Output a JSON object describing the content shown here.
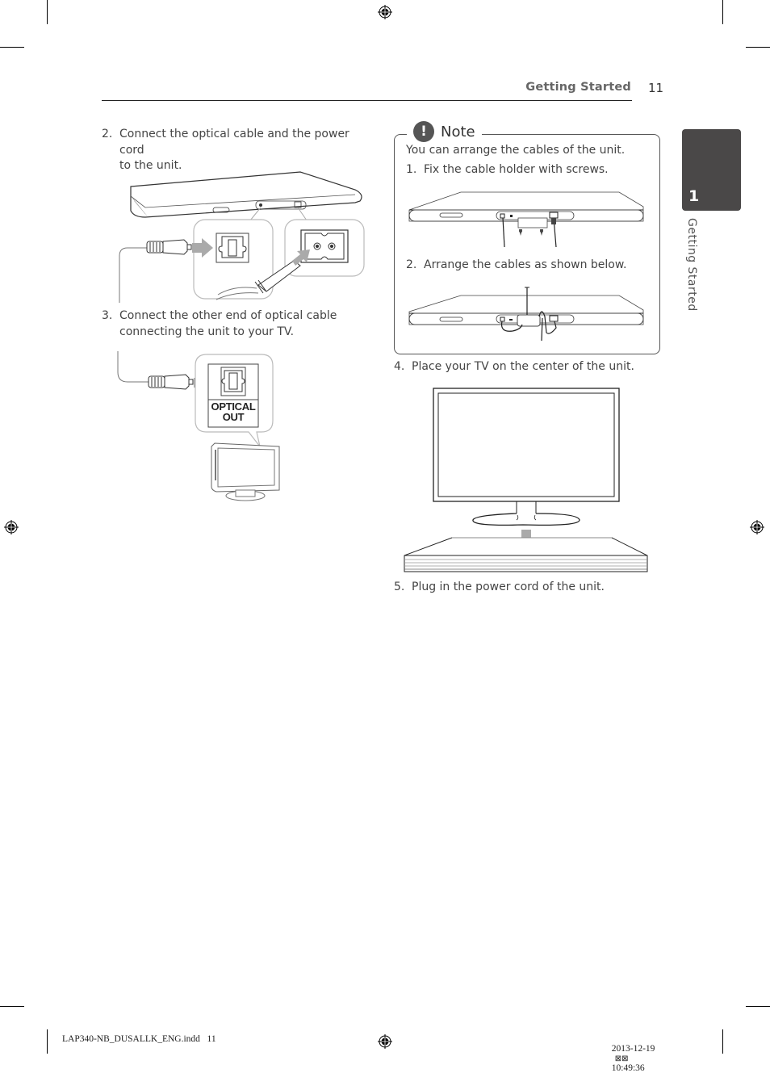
{
  "header": {
    "section_title": "Getting Started",
    "page_number": "11"
  },
  "side_tab": {
    "number": "1",
    "label": "Getting Started",
    "color": "#4a4848"
  },
  "left_column": {
    "steps": [
      {
        "number": "2.",
        "lines": [
          "Connect the optical cable and the power cord",
          "to the unit."
        ]
      },
      {
        "number": "3.",
        "lines": [
          "Connect the other end of optical cable",
          "connecting the unit to your TV."
        ]
      }
    ],
    "figure_1": {
      "description": "sound bar rear with optical and power connectors"
    },
    "figure_2": {
      "port_label_line1": "OPTICAL",
      "port_label_line2": "OUT"
    }
  },
  "note": {
    "icon": "!",
    "title": "Note",
    "intro": "You can arrange the cables of the unit.",
    "steps": [
      {
        "number": "1.",
        "text": "Fix the cable holder with screws."
      },
      {
        "number": "2.",
        "text": "Arrange the cables as shown below."
      }
    ]
  },
  "right_column": {
    "steps": [
      {
        "number": "4.",
        "text": "Place your TV on the center of the unit."
      },
      {
        "number": "5.",
        "text": "Plug in the power cord of the unit."
      }
    ]
  },
  "footer": {
    "file": "LAP340-NB_DUSALLK_ENG.indd   11",
    "date": "2013-12-19",
    "ampm_glyph": "⊠⊠",
    "time": "10:49:36"
  }
}
